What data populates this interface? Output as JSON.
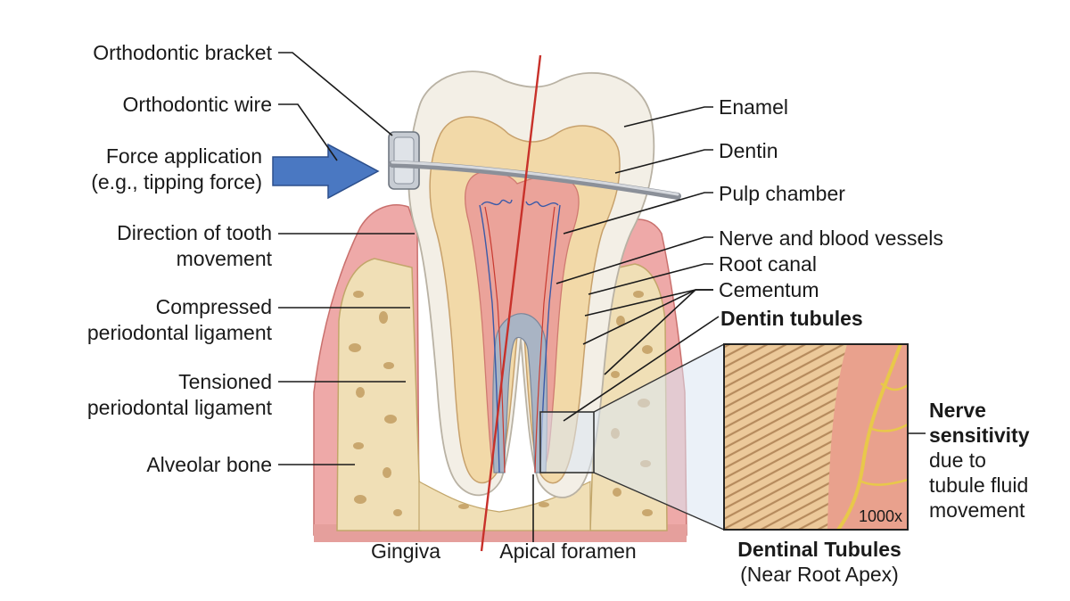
{
  "left_labels": {
    "bracket": "Orthodontic bracket",
    "wire": "Orthodontic wire",
    "force_1": "Force application",
    "force_2": "(e.g., tipping force)",
    "direction_1": "Direction of tooth",
    "direction_2": "movement",
    "compressed_1": "Compressed",
    "compressed_2": "periodontal ligament",
    "tensioned_1": "Tensioned",
    "tensioned_2": "periodontal ligament",
    "alveolar": "Alveolar bone"
  },
  "right_labels": {
    "enamel": "Enamel",
    "dentin": "Dentin",
    "pulp": "Pulp chamber",
    "nerve_vessels": "Nerve and blood vessels",
    "root_canal": "Root canal",
    "cementum": "Cementum",
    "dentin_tubules": "Dentin tubules"
  },
  "bottom_labels": {
    "gingiva": "Gingiva",
    "apical": "Apical foramen"
  },
  "inset": {
    "magnification": "1000x",
    "title": "Dentinal Tubules",
    "subtitle": "(Near Root Apex)"
  },
  "nerve_note": {
    "line1": "Nerve",
    "line2": "sensitivity",
    "line3": "due to",
    "line4": "tubule fluid",
    "line5": "movement"
  },
  "colors": {
    "enamel": "#f3efe6",
    "dentin": "#f2d9a8",
    "pulp": "#eba39a",
    "gum": "#eea9a8",
    "bone": "#f0dfb6",
    "arrow": "#4a78c2",
    "axis": "#c8312a"
  }
}
